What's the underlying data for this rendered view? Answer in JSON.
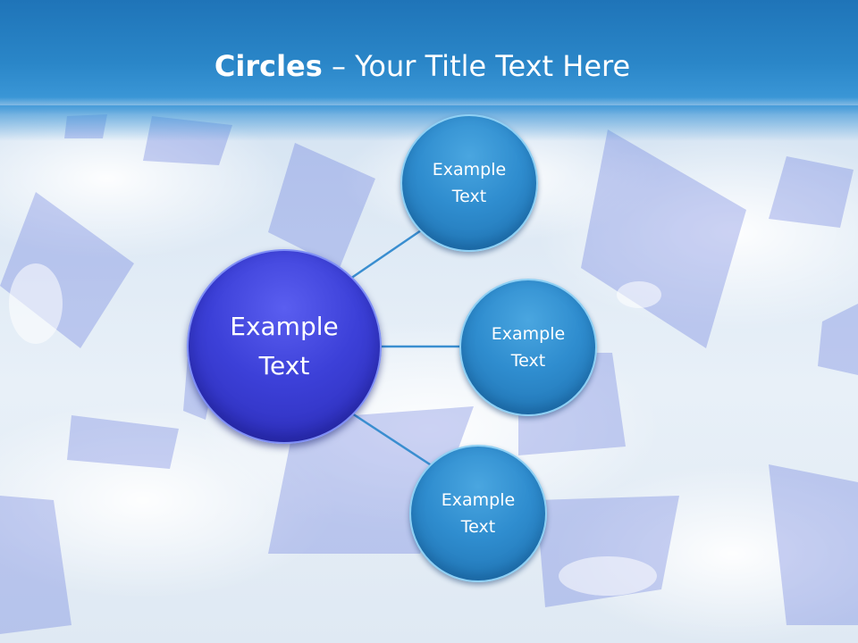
{
  "title": {
    "bold": "Circles",
    "rest": " – Your Title Text Here"
  },
  "diagram": {
    "center": {
      "label": "Example\nText"
    },
    "satellites": [
      {
        "label": "Example\nText"
      },
      {
        "label": "Example\nText"
      },
      {
        "label": "Example\nText"
      }
    ]
  },
  "colors": {
    "title_bar": "#2a86c8",
    "center_circle": "#3c40d8",
    "satellite_circle": "#2f8dcf",
    "connector": "#3a8ed0"
  }
}
